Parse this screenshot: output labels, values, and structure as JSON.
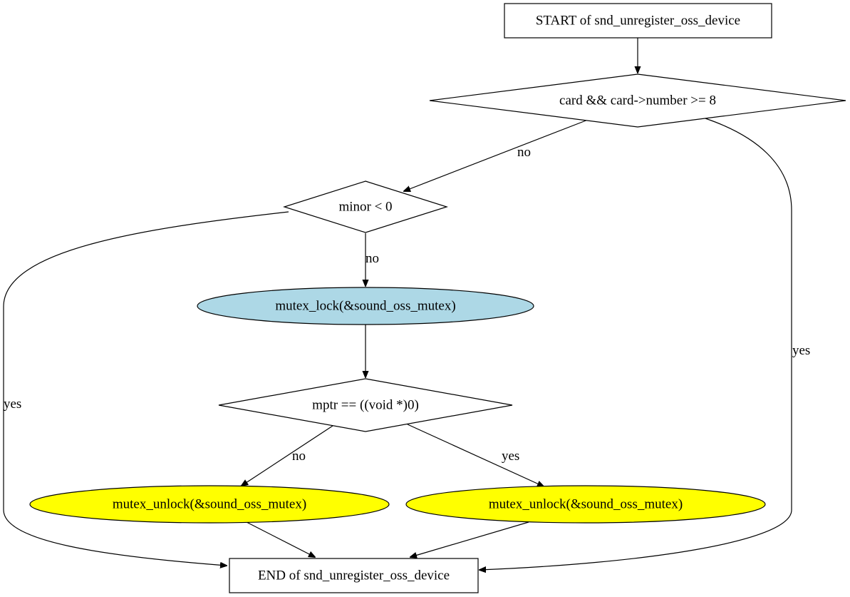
{
  "colors": {
    "background": "#ffffff",
    "stroke": "#000000",
    "mutex_lock_fill": "#add8e6",
    "mutex_unlock_fill": "#ffff00",
    "box_fill": "#ffffff"
  },
  "nodes": {
    "start": {
      "label": "START of snd_unregister_oss_device",
      "shape": "box"
    },
    "cond_card": {
      "label": "card && card->number >= 8",
      "shape": "diamond"
    },
    "cond_minor": {
      "label": "minor < 0",
      "shape": "diamond"
    },
    "mutex_lock": {
      "label": "mutex_lock(&sound_oss_mutex)",
      "shape": "ellipse"
    },
    "cond_mptr": {
      "label": "mptr == ((void *)0)",
      "shape": "diamond"
    },
    "unlock_no": {
      "label": "mutex_unlock(&sound_oss_mutex)",
      "shape": "ellipse"
    },
    "unlock_yes": {
      "label": "mutex_unlock(&sound_oss_mutex)",
      "shape": "ellipse"
    },
    "end": {
      "label": "END of snd_unregister_oss_device",
      "shape": "box"
    }
  },
  "edges": {
    "start_to_card": {
      "from": "start",
      "to": "cond_card",
      "label": ""
    },
    "card_no": {
      "from": "cond_card",
      "to": "cond_minor",
      "label": "no"
    },
    "card_yes": {
      "from": "cond_card",
      "to": "end",
      "label": "yes"
    },
    "minor_no": {
      "from": "cond_minor",
      "to": "mutex_lock",
      "label": "no"
    },
    "minor_yes": {
      "from": "cond_minor",
      "to": "end",
      "label": "yes"
    },
    "lock_to_mptr": {
      "from": "mutex_lock",
      "to": "cond_mptr",
      "label": ""
    },
    "mptr_no": {
      "from": "cond_mptr",
      "to": "unlock_no",
      "label": "no"
    },
    "mptr_yes": {
      "from": "cond_mptr",
      "to": "unlock_yes",
      "label": "yes"
    },
    "unlock_no_to_end": {
      "from": "unlock_no",
      "to": "end",
      "label": ""
    },
    "unlock_yes_to_end": {
      "from": "unlock_yes",
      "to": "end",
      "label": ""
    }
  }
}
